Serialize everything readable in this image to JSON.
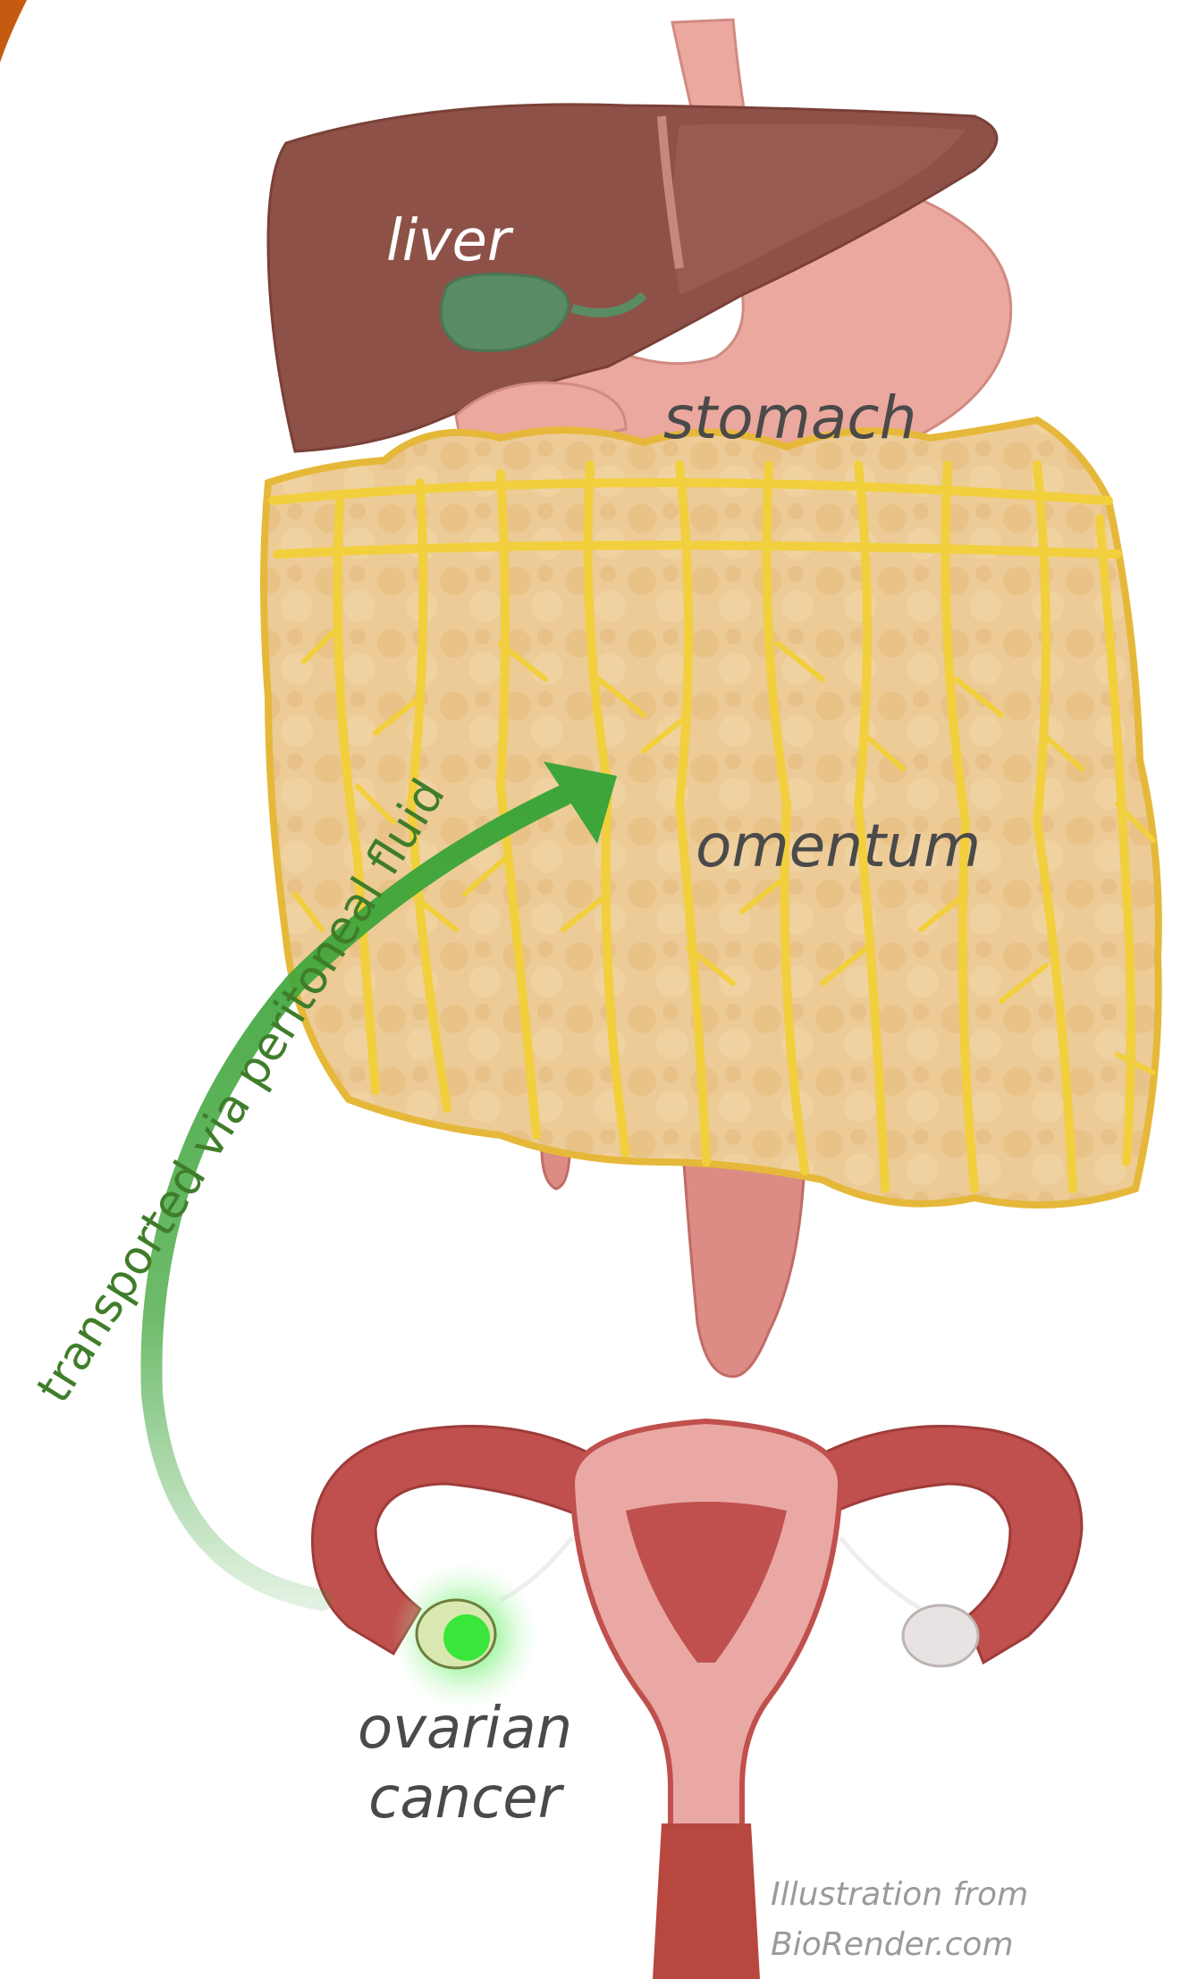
{
  "labels": {
    "liver": "liver",
    "stomach": "stomach",
    "omentum": "omentum",
    "ovarian_cancer_line1": "ovarian",
    "ovarian_cancer_line2": "cancer",
    "arrow_caption": "transported via peritoneal fluid",
    "credit_line1": "Illustration from",
    "credit_line2": "BioRender.com"
  },
  "colors": {
    "liver": "#8e5148",
    "stomach": "#e8a39b",
    "omentum": "#f2d34a",
    "omentum_fill": "#eac58f",
    "uterus": "#c0504d",
    "uterus_inner": "#e9a8a3",
    "arrow": "#3ea53a",
    "tumor": "#39e639",
    "corner_accent": "#c55a11"
  }
}
